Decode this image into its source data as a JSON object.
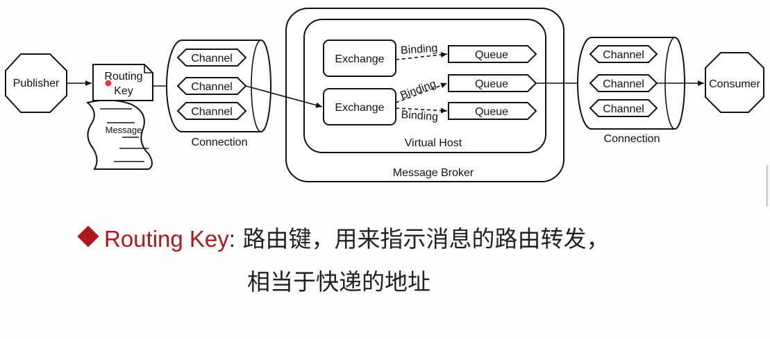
{
  "diagram": {
    "publisher": "Publisher",
    "consumer": "Consumer",
    "routing_key_line1": "Routing",
    "routing_key_line2": "Key",
    "message": "Message",
    "channel": "Channel",
    "connection": "Connection",
    "exchange": "Exchange",
    "binding": "Binding",
    "queue": "Queue",
    "virtual_host": "Virtual Host",
    "message_broker": "Message Broker"
  },
  "slide": {
    "term": "Routing Key",
    "colon": ":",
    "definition": " 路由键，用来指示消息的路由转发，",
    "definition_line2": "相当于快递的地址",
    "accent_color": "#b0161b"
  }
}
